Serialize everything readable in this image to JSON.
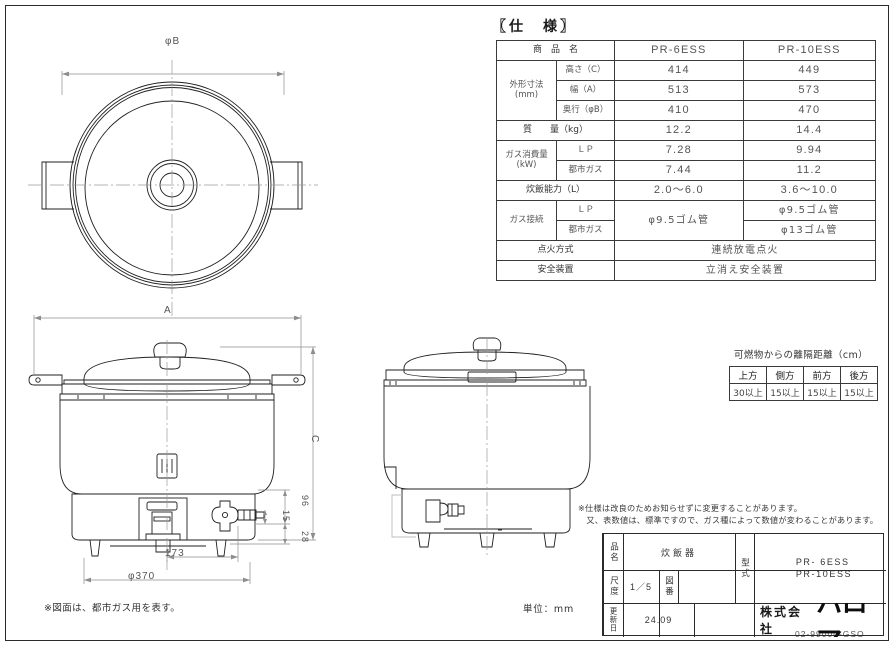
{
  "sheet": {
    "doc_number": "02-99000-GSO",
    "unit_note": "単位：mm",
    "drawing_note": "※図面は、都市ガス用を表す。",
    "spec_note": "※仕様は改良のためお知らせずに変更することがあります。\n　又、表数値は、標準ですので、ガス種によって数値が変わることがあります。"
  },
  "spec": {
    "heading": "〖仕　様〗",
    "rows": [
      {
        "label": "商　品　名",
        "sub": "",
        "v6": "PR-6ESS",
        "v10": "PR-10ESS",
        "header": true
      },
      {
        "label": "外形寸法\n(mm)",
        "sub": "高さ（C）",
        "v6": "414",
        "v10": "449"
      },
      {
        "label": "",
        "sub": "幅（A）",
        "v6": "513",
        "v10": "573"
      },
      {
        "label": "",
        "sub": "奥行（φB）",
        "v6": "410",
        "v10": "470"
      },
      {
        "label": "質　　量（kg）",
        "sub": "",
        "v6": "12.2",
        "v10": "14.4"
      },
      {
        "label": "ガス消費量\n(kW)",
        "sub": "ＬＰ",
        "v6": "7.28",
        "v10": "9.94"
      },
      {
        "label": "",
        "sub": "都市ガス",
        "v6": "7.44",
        "v10": "11.2"
      },
      {
        "label": "炊飯能力（L）",
        "sub": "",
        "v6": "2.0～6.0",
        "v10": "3.6～10.0"
      },
      {
        "label": "ガス接続",
        "sub": "ＬＰ",
        "v6": "φ9.5ゴム管",
        "v10": "φ9.5ゴム管"
      },
      {
        "label": "",
        "sub": "都市ガス",
        "v6": "",
        "v10": "φ13ゴム管"
      },
      {
        "label": "点火方式",
        "sub": "",
        "v6": "連続放電点火",
        "v10": ""
      },
      {
        "label": "安全装置",
        "sub": "",
        "v6": "立消え安全装置",
        "v10": ""
      }
    ]
  },
  "clearance": {
    "caption": "可燃物からの離隔距離（cm）",
    "headers": [
      "上方",
      "側方",
      "前方",
      "後方"
    ],
    "values": [
      "30以上",
      "15以上",
      "15以上",
      "15以上"
    ]
  },
  "title_block": {
    "name_label": "品名",
    "name_value": "炊飯器",
    "model_label": "型式",
    "model_value": "PR- 6ESS\nPR-10ESS",
    "scale_label": "尺度",
    "scale_value": "1／5",
    "drawing_no_label": "図番",
    "drawing_no_value": "",
    "update_label": "更新日",
    "update_value": "24.09",
    "company": "株式会社",
    "brand": "パロマ"
  },
  "views": {
    "top_view": {
      "name": "top-view",
      "dim_diameter_b": "φB"
    },
    "front_view": {
      "name": "front-view",
      "dim_width_a": "A",
      "dim_height_c": "C",
      "dim_base_diameter": "φ370",
      "dim_tap_offset": "173",
      "dim_96": "96",
      "dim_15": "15",
      "dim_28": "28"
    },
    "side_view": {
      "name": "side-view"
    }
  }
}
